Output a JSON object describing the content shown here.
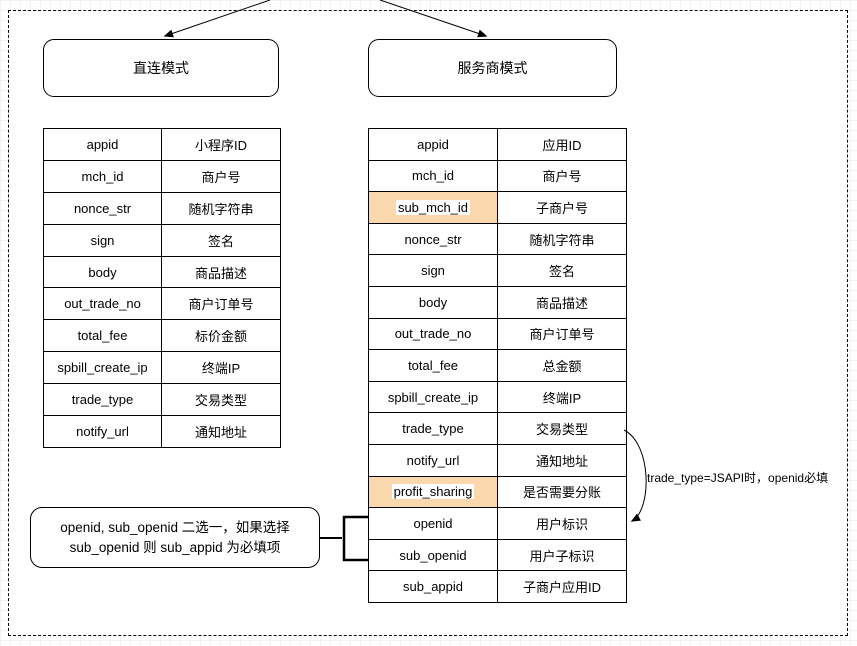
{
  "left_mode": {
    "title": "直连模式",
    "rows": [
      {
        "param": "appid",
        "desc": "小程序ID"
      },
      {
        "param": "mch_id",
        "desc": "商户号"
      },
      {
        "param": "nonce_str",
        "desc": "随机字符串"
      },
      {
        "param": "sign",
        "desc": "签名"
      },
      {
        "param": "body",
        "desc": "商品描述"
      },
      {
        "param": "out_trade_no",
        "desc": "商户订单号"
      },
      {
        "param": "total_fee",
        "desc": "标价金额"
      },
      {
        "param": "spbill_create_ip",
        "desc": "终端IP"
      },
      {
        "param": "trade_type",
        "desc": "交易类型"
      },
      {
        "param": "notify_url",
        "desc": "通知地址"
      }
    ]
  },
  "right_mode": {
    "title": "服务商模式",
    "rows": [
      {
        "param": "appid",
        "desc": "应用ID",
        "highlighted": false
      },
      {
        "param": "mch_id",
        "desc": "商户号",
        "highlighted": false
      },
      {
        "param": "sub_mch_id",
        "desc": "子商户号",
        "highlighted": true
      },
      {
        "param": "nonce_str",
        "desc": "随机字符串",
        "highlighted": false
      },
      {
        "param": "sign",
        "desc": "签名",
        "highlighted": false
      },
      {
        "param": "body",
        "desc": "商品描述",
        "highlighted": false
      },
      {
        "param": "out_trade_no",
        "desc": "商户订单号",
        "highlighted": false
      },
      {
        "param": "total_fee",
        "desc": "总金额",
        "highlighted": false
      },
      {
        "param": "spbill_create_ip",
        "desc": "终端IP",
        "highlighted": false
      },
      {
        "param": "trade_type",
        "desc": "交易类型",
        "highlighted": false
      },
      {
        "param": "notify_url",
        "desc": "通知地址",
        "highlighted": false
      },
      {
        "param": "profit_sharing",
        "desc": "是否需要分账",
        "highlighted": true
      },
      {
        "param": "openid",
        "desc": "用户标识",
        "highlighted": false
      },
      {
        "param": "sub_openid",
        "desc": "用户子标识",
        "highlighted": false
      },
      {
        "param": "sub_appid",
        "desc": "子商户应用ID",
        "highlighted": false
      }
    ]
  },
  "notes": {
    "jsapi_label": "trade_type=JSAPI时，openid必填",
    "openid_note_line1": "openid, sub_openid 二选一，如果选择",
    "openid_note_line2": "sub_openid 则 sub_appid 为必填项"
  },
  "colors": {
    "highlight_fill": "#FAD7AC",
    "stroke": "#000000",
    "grid_line": "#f2f2f2"
  }
}
